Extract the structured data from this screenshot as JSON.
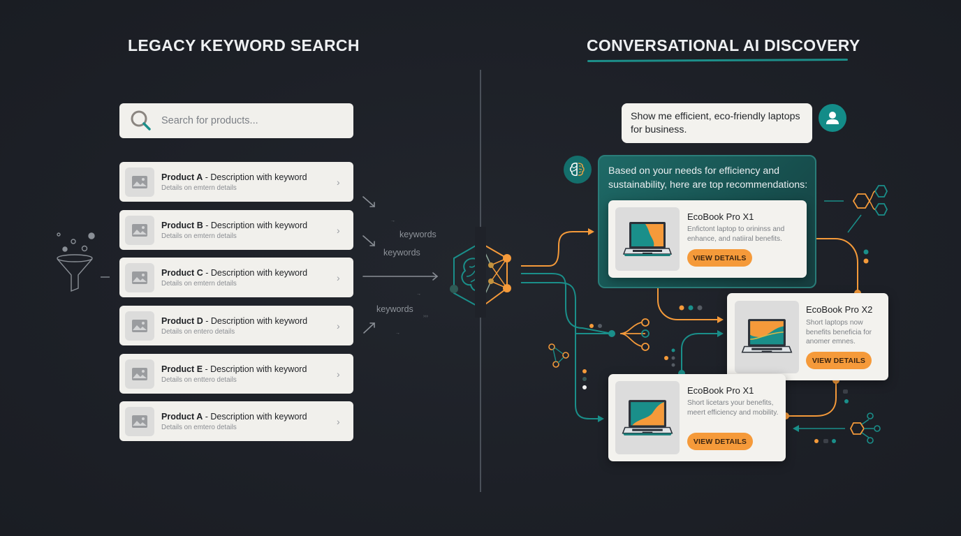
{
  "left": {
    "title": "LEGACY KEYWORD SEARCH",
    "search": {
      "placeholder": "Search for products..."
    },
    "products": [
      {
        "name": "Product A",
        "desc": " - Description with keyword",
        "sub": "Details on emtern details"
      },
      {
        "name": "Product B",
        "desc": " - Description with keyword",
        "sub": "Details on emtern details"
      },
      {
        "name": "Product C",
        "desc": " - Description with keyword",
        "sub": "Details on emtern details"
      },
      {
        "name": "Product D",
        "desc": " - Description with keyword",
        "sub": "Details on entero details"
      },
      {
        "name": "Product E",
        "desc": " - Description with keyword",
        "sub": "Details on enttero details"
      },
      {
        "name": "Product A",
        "desc": " - Description with keyword",
        "sub": "Details on emtero details"
      }
    ],
    "keywords": [
      "keywords",
      "keywords",
      "keywords"
    ]
  },
  "right": {
    "title": "CONVERSATIONAL AI DISCOVERY",
    "user_message": "Show me efficient, eco-friendly laptops for business.",
    "ai_message": "Based on your needs for efficiency and sustainability, here are top recommendations:",
    "cards": [
      {
        "title": "EcoBook Pro X1",
        "desc": "Enfictont laptop to orininss and enhance, and natiiral benefits.",
        "button": "VIEW DETAILS"
      },
      {
        "title": "EcoBook Pro X2",
        "desc": "Short laptops now benefits beneficia for anomer emnes.",
        "button": "VIEW DETAILS"
      },
      {
        "title": "EcoBook Pro X1",
        "desc": "Short licetars your benefits, meert efficiency and mobility.",
        "button": "VIEW DETAILS"
      }
    ]
  },
  "colors": {
    "background": "#1d2027",
    "teal": "#1a8f8a",
    "orange": "#f59a3a",
    "card": "#f3f2ee"
  }
}
